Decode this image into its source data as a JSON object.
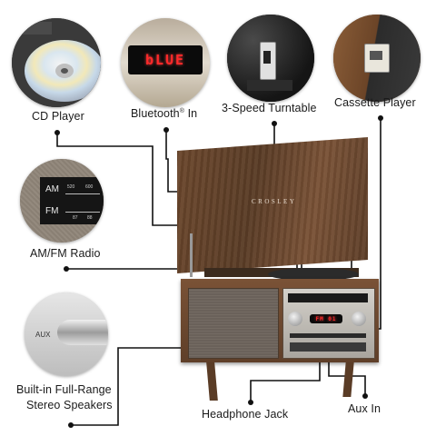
{
  "features": {
    "cd_player": "CD Player",
    "bluetooth_main": "Bluetooth",
    "bluetooth_mark": "®",
    "bluetooth_suffix": " In",
    "turntable": "3-Speed Turntable",
    "cassette": "Cassette Player",
    "radio": "AM/FM Radio",
    "speakers_line1": "Built-in Full-Range",
    "speakers_line2": "Stereo Speakers",
    "headphone": "Headphone Jack",
    "aux": "Aux In"
  },
  "product": {
    "brand": "CROSLEY",
    "bluetooth_display": "bLUE",
    "panel_display": "FM 01"
  },
  "radio_callout": {
    "am_label": "AM",
    "fm_label": "FM",
    "am_scale": [
      "520",
      "600"
    ],
    "fm_scale": [
      "87",
      "88"
    ]
  },
  "aux_callout": {
    "label": "AUX"
  },
  "colors": {
    "wood_dark": "#5a3c26",
    "wood_mid": "#7a5236",
    "fabric": "#6e655c",
    "panel_silver": "#b9b6b0",
    "lcd_red": "#ff2a2a"
  }
}
